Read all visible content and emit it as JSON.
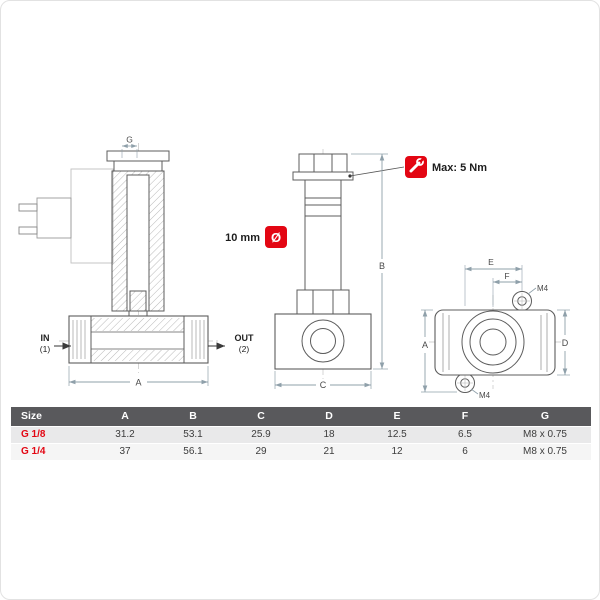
{
  "colors": {
    "accent": "#e30613",
    "table_header_bg": "#59595c"
  },
  "annotations": {
    "dims": {
      "a": "A",
      "b": "B",
      "c": "C",
      "d": "D",
      "e": "E",
      "f": "F",
      "g": "G"
    },
    "m4": "M4",
    "in_label": "IN",
    "in_port": "(1)",
    "out_label": "OUT",
    "out_port": "(2)",
    "torque": "Max: 5 Nm",
    "wrench_size": "10 mm",
    "diameter_symbol": "Ø"
  },
  "table": {
    "headers": [
      "Size",
      "A",
      "B",
      "C",
      "D",
      "E",
      "F",
      "G"
    ],
    "rows": [
      {
        "size": "G 1/8",
        "values": [
          "31.2",
          "53.1",
          "25.9",
          "18",
          "12.5",
          "6.5",
          "M8 x 0.75"
        ]
      },
      {
        "size": "G 1/4",
        "values": [
          "37",
          "56.1",
          "29",
          "21",
          "12",
          "6",
          "M8 x 0.75"
        ]
      }
    ]
  }
}
